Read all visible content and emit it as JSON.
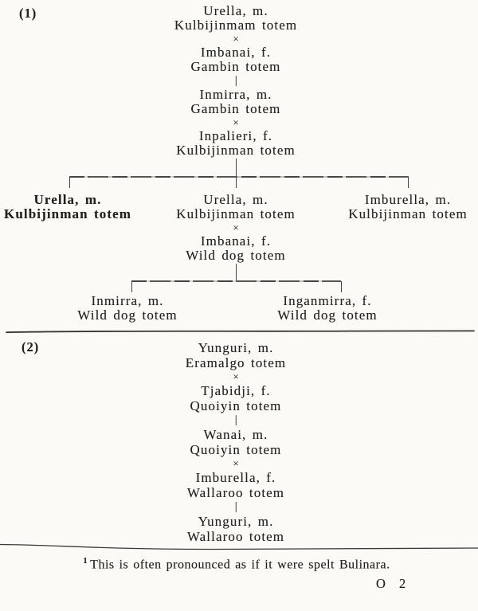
{
  "page": {
    "section1_label": "(1)",
    "section2_label": "(2)",
    "cross": "×",
    "footnote_marker": "1",
    "footnote_text": "This is often pronounced as if it were spelt Bulinara.",
    "signature": "O 2"
  },
  "colors": {
    "paper": "#fbfaf6",
    "ink": "#24211c",
    "rule": "#46423b"
  },
  "section1": {
    "gen1": {
      "husband": {
        "name": "Urella, m.",
        "totem": "Kulbijinmam totem"
      },
      "wife": {
        "name": "Imbanai, f.",
        "totem": "Gambin totem"
      }
    },
    "gen2": {
      "husband": {
        "name": "Inmirra, m.",
        "totem": "Gambin totem"
      },
      "wife": {
        "name": "Inpalieri, f.",
        "totem": "Kulbijinman totem"
      }
    },
    "gen3": {
      "left": {
        "name": "Urella, m.",
        "totem": "Kulbijinman totem"
      },
      "middle": {
        "name": "Urella, m.",
        "totem": "Kulbijinman totem"
      },
      "right": {
        "name": "Imburella, m.",
        "totem": "Kulbijinman totem"
      },
      "middle_wife": {
        "name": "Imbanai, f.",
        "totem": "Wild dog totem"
      }
    },
    "gen4": {
      "left": {
        "name": "Inmirra, m.",
        "totem": "Wild dog totem"
      },
      "right": {
        "name": "Inganmirra, f.",
        "totem": "Wild dog totem"
      }
    }
  },
  "section2": {
    "gen1": {
      "husband": {
        "name": "Yunguri, m.",
        "totem": "Eramalgo totem"
      },
      "wife": {
        "name": "Tjabidji, f.",
        "totem": "Quoiyin totem"
      }
    },
    "gen2": {
      "husband": {
        "name": "Wanai, m.",
        "totem": "Quoiyin totem"
      },
      "wife": {
        "name": "Imburella, f.",
        "totem": "Wallaroo totem"
      }
    },
    "gen3": {
      "child": {
        "name": "Yunguri, m.",
        "totem": "Wallaroo totem"
      }
    }
  }
}
